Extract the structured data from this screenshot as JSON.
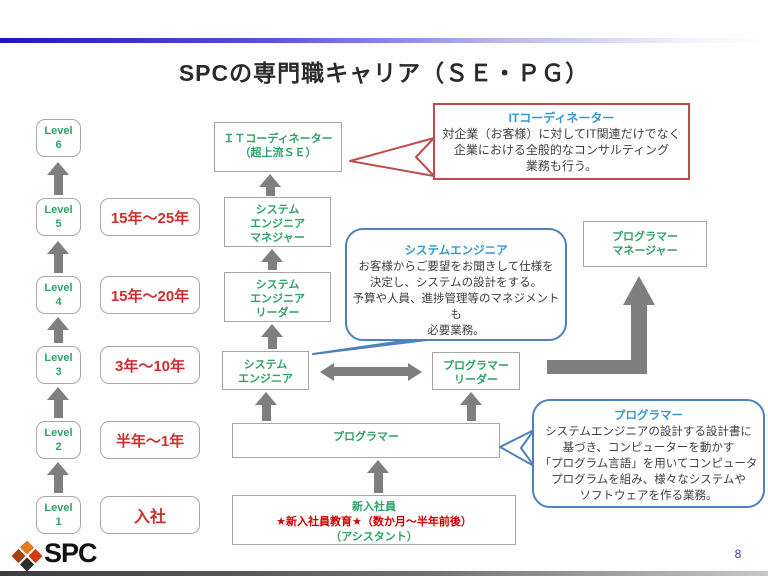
{
  "slide": {
    "title": "SPCの専門職キャリア（ＳＥ・ＰＧ）",
    "page_number": "8",
    "logo_text": "SPC"
  },
  "levels": [
    {
      "label": "Level",
      "num": "6"
    },
    {
      "label": "Level",
      "num": "5"
    },
    {
      "label": "Level",
      "num": "4"
    },
    {
      "label": "Level",
      "num": "3"
    },
    {
      "label": "Level",
      "num": "2"
    },
    {
      "label": "Level",
      "num": "1"
    }
  ],
  "tenure": [
    "15年～25年",
    "15年～20年",
    "3年～10年",
    "半年～1年",
    "入社"
  ],
  "roles": {
    "it_coordinator": [
      "ＩＴコーディネーター",
      "（超上流ＳＥ）"
    ],
    "se_manager": [
      "システム",
      "エンジニア",
      "マネジャー"
    ],
    "se_leader": [
      "システム",
      "エンジニア",
      "リーダー"
    ],
    "se": [
      "システム",
      "エンジニア"
    ],
    "pg_leader": [
      "プログラマー",
      "リーダー"
    ],
    "pg_manager": [
      "プログラマー",
      "マネージャー"
    ],
    "programmer": "プログラマー",
    "new_employee": [
      "新入社員",
      "★新入社員教育★（数か月～半年前後）",
      "（アシスタント）"
    ]
  },
  "callouts": {
    "it_coordinator": {
      "title": "ITコーディネーター",
      "lines": [
        "対企業（お客様）に対してIT関連だけでなく",
        "企業における全般的なコンサルティング",
        "業務も行う。"
      ]
    },
    "se": {
      "title": "システムエンジニア",
      "lines": [
        "お客様からご要望をお聞きして仕様を",
        "決定し、システムの設計をする。",
        "予算や人員、進捗管理等のマネジメントも",
        "必要業務。"
      ]
    },
    "pg": {
      "title": "プログラマー",
      "lines": [
        "システムエンジニアの設計する設計書に",
        "基づき、コンピューターを動かす",
        "「プログラム言語」を用いてコンピュータ",
        "プログラムを組み、様々なシステムや",
        "ソフトウェアを作る業務。"
      ]
    }
  },
  "colors": {
    "accent_green": "#2fa169",
    "accent_red": "#cc2f2f",
    "new_employee_red": "#cc0000",
    "callout_blue_border": "#4f81bd",
    "callout_red_border": "#bf4e4a",
    "callout_title_blue": "#3399cc",
    "arrow_gray": "#7f7f7f",
    "topbar_blue": "#1e14c8",
    "page_number_blue": "#3a3ac0"
  }
}
